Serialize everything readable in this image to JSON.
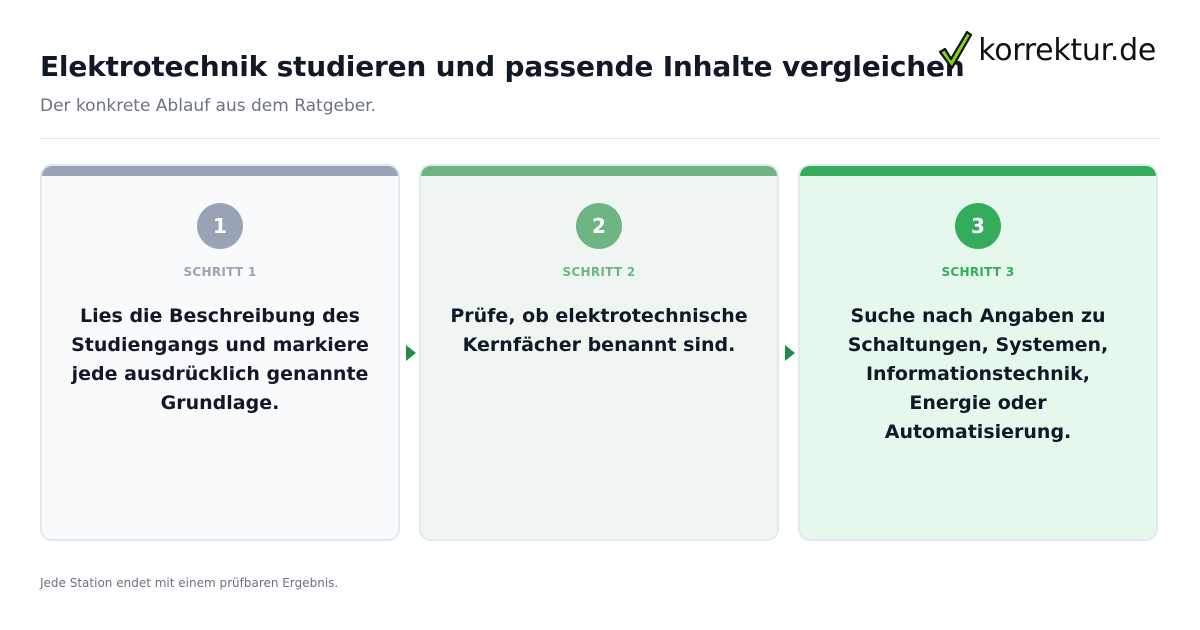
{
  "header": {
    "title": "Elektrotechnik studieren und passende Inhalte vergleichen",
    "subtitle": "Der konkrete Ablauf aus dem Ratgeber."
  },
  "logo": {
    "text": "korrektur.de",
    "icon": "check-icon",
    "check_color": "#7ed321"
  },
  "steps": [
    {
      "number": "1",
      "label": "SCHRITT 1",
      "text": "Lies die Beschreibung des Studiengangs und markiere jede ausdrücklich genannte Grundlage.",
      "accent": "#9aa3b5",
      "background": "#f8fafc"
    },
    {
      "number": "2",
      "label": "SCHRITT 2",
      "text": "Prüfe, ob elektrotechnische Kernfächer benannt sind.",
      "accent": "#6fb583",
      "background": "#eff6f1"
    },
    {
      "number": "3",
      "label": "SCHRITT 3",
      "text": "Suche nach Angaben zu Schaltungen, Systemen, Informationstechnik, Energie oder Automatisierung.",
      "accent": "#33ad5c",
      "background": "#e6f7ec"
    }
  ],
  "arrow_color": "#1f8f47",
  "footer": {
    "note": "Jede Station endet mit einem prüfbaren Ergebnis."
  }
}
